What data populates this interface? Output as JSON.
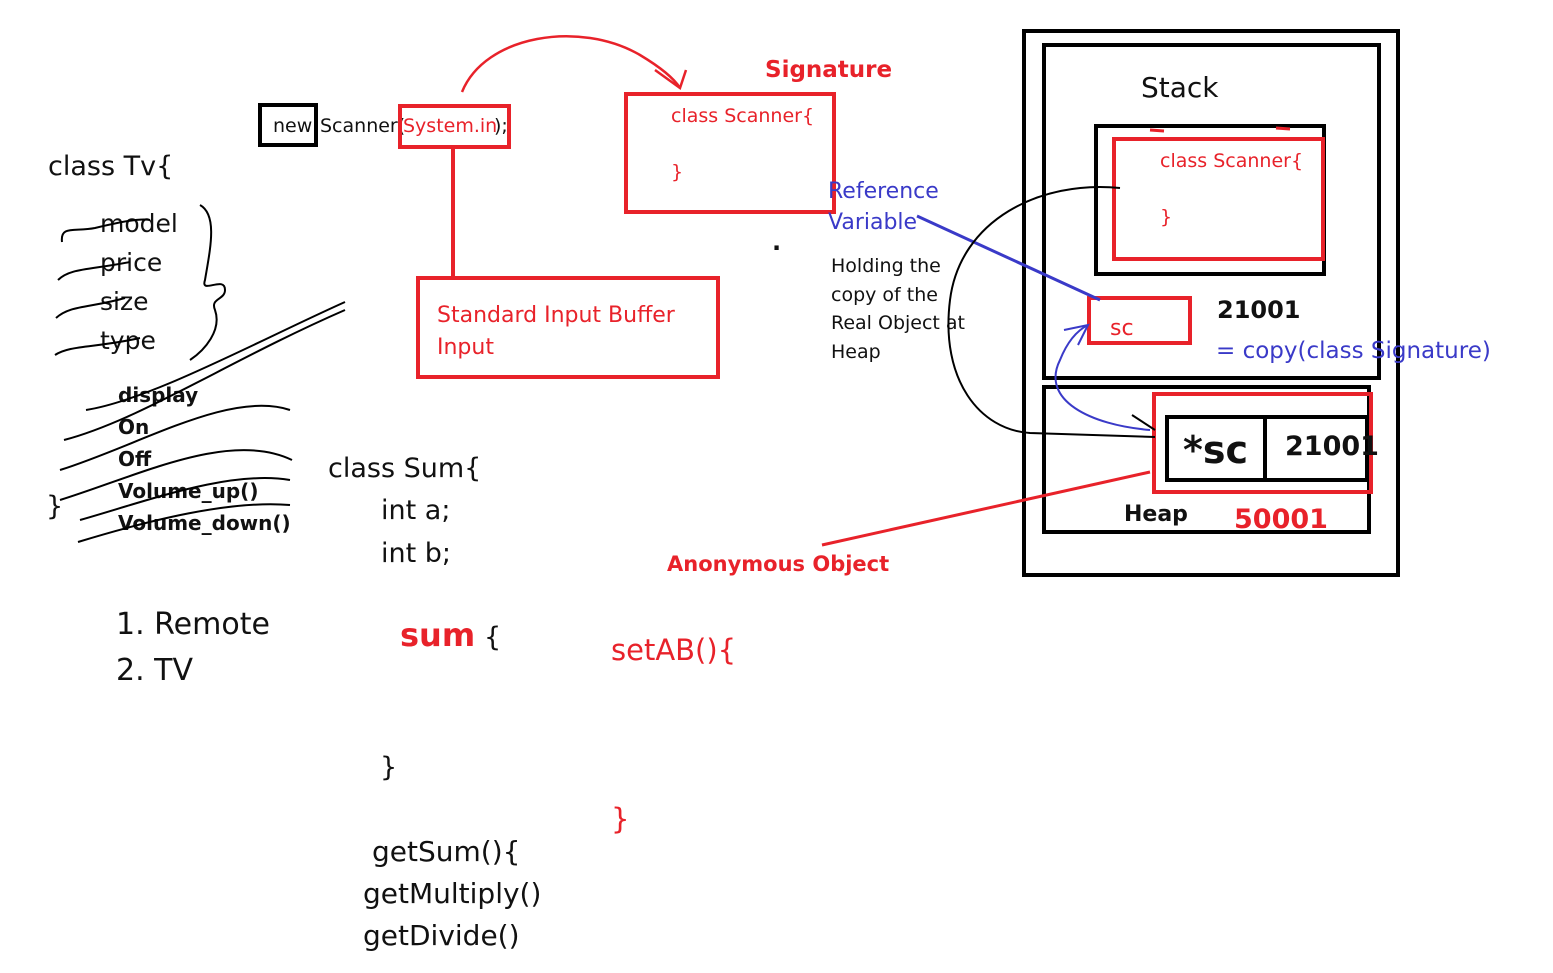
{
  "left": {
    "class_tv": "class Tv{",
    "fields": [
      "model",
      "price",
      "size",
      "type"
    ],
    "methods": [
      "display",
      "On",
      "Off",
      "Volume_up()",
      "Volume_down()"
    ],
    "close": "}",
    "list": [
      "1. Remote",
      "2. TV"
    ]
  },
  "scanner_line": {
    "new": "new",
    "scanner": "Scanner(",
    "system_in": "System.in",
    "end": ");"
  },
  "standard_input": {
    "line1": "Standard Input Buffer",
    "line2": "Input"
  },
  "signature": {
    "label": "Signature",
    "class_line": "class Scanner{",
    "close": "}",
    "dot": "."
  },
  "reference": {
    "label1": "Reference",
    "label2": "Variable",
    "holding": [
      "Holding the",
      "copy of the",
      "Real Object at",
      "Heap"
    ]
  },
  "stack": {
    "label": "Stack",
    "class_line": "class Scanner{",
    "close": "}",
    "sc": "sc",
    "address": "21001",
    "copy": "= copy(class Signature)"
  },
  "heap": {
    "label": "Heap",
    "ptr": "*sc",
    "addr": "21001",
    "address": "50001"
  },
  "anonymous": "Anonymous Object",
  "sum": {
    "class_line": "class Sum{",
    "fields": [
      "int a;",
      "int b;"
    ],
    "ctor_name": "sum",
    "ctor_open": "{",
    "ctor_close": "}",
    "methods": [
      "getSum(){",
      "getMultiply()",
      "getDivide()"
    ]
  },
  "setab": {
    "open": "setAB(){",
    "close": "}"
  },
  "colors": {
    "red": "#e8222a",
    "blue": "#3a3ac8",
    "black": "#111111"
  }
}
